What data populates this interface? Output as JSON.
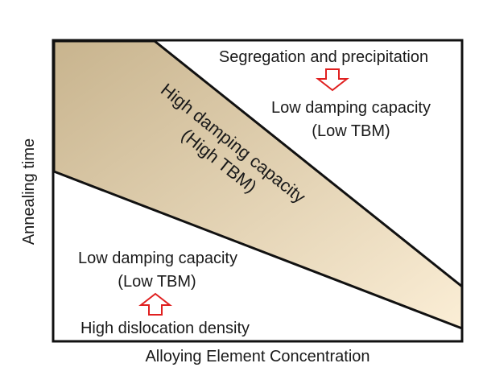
{
  "axes": {
    "x_label": "Alloying Element Concentration",
    "y_label": "Annealing time"
  },
  "regions": {
    "band": {
      "line1": "High damping capacity",
      "line2": "(High TBM)"
    },
    "upper_right": {
      "cause": "Segregation and precipitation",
      "line1": "Low damping capacity",
      "line2": "(Low TBM)"
    },
    "lower_left": {
      "line1": "Low damping capacity",
      "line2": "(Low TBM)",
      "cause": "High dislocation density"
    }
  },
  "colors": {
    "band_gradient_start": "#c8b48e",
    "band_gradient_end": "#fbeed6",
    "arrow_stroke": "#e02020",
    "frame": "#111111"
  },
  "icons": {
    "upper_arrow": "hollow-down-arrow",
    "lower_arrow": "hollow-up-arrow"
  }
}
